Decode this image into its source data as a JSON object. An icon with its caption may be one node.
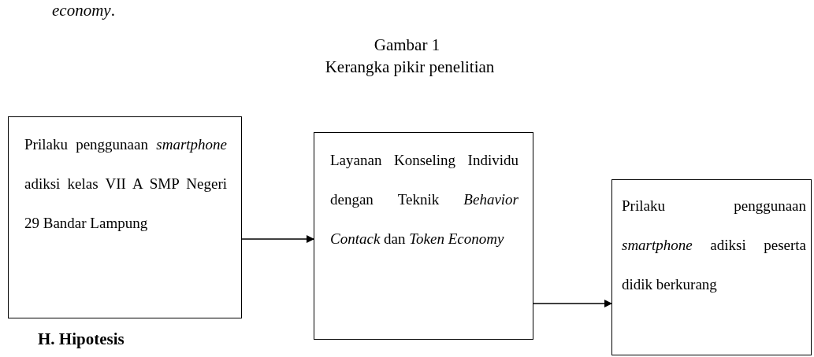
{
  "diagram": {
    "title": "Gambar 1",
    "caption": "Kerangka pikir penelitian",
    "nodes": [
      {
        "text": [
          "Prilaku penggunaan *smartphone* adiksi kelas VII A SMP Negeri 29 Bandar Lampung"
        ]
      },
      {
        "text": [
          "Layanan Konseling Individu dengan Teknik *Behavior Contack* dan *Token Economy*"
        ]
      },
      {
        "text": [
          "Prilaku penggunaan *smartphone* adiksi peserta didik berkurang"
        ]
      }
    ],
    "edges": [
      {
        "from": 0,
        "to": 1,
        "arrow": "to"
      },
      {
        "from": 1,
        "to": 2,
        "arrow": "to"
      }
    ],
    "labels": [
      "*economy*.",
      "H. Hipotesis"
    ]
  }
}
